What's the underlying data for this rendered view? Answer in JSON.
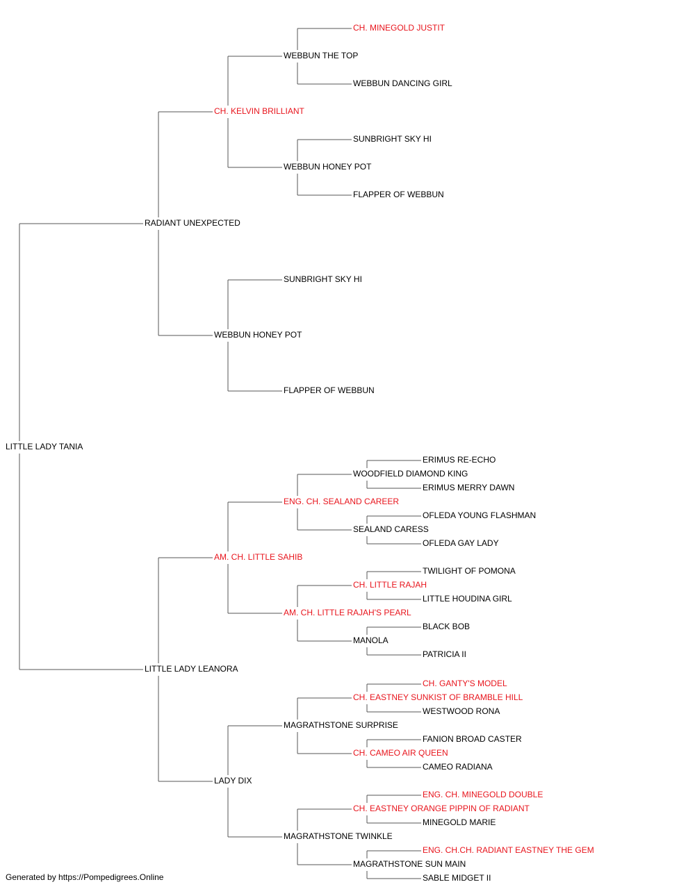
{
  "footer": "Generated by https://Pompedigrees.Online",
  "colors": {
    "champion": "#e8141c",
    "normal": "#000000",
    "line": "#555555"
  },
  "pedigree": {
    "id": "dog",
    "name": "LITTLE LADY TANIA",
    "champion": false,
    "sire": {
      "id": "s",
      "name": "RADIANT UNEXPECTED",
      "champion": false,
      "sire": {
        "id": "ss",
        "name": "CH. KELVIN BRILLIANT",
        "champion": true,
        "sire": {
          "id": "sss",
          "name": "WEBBUN THE TOP",
          "champion": false,
          "sire": {
            "id": "ssss",
            "name": "CH. MINEGOLD JUSTIT",
            "champion": true
          },
          "dam": {
            "id": "sssd",
            "name": "WEBBUN DANCING GIRL",
            "champion": false
          }
        },
        "dam": {
          "id": "ssd",
          "name": "WEBBUN HONEY POT",
          "champion": false,
          "sire": {
            "id": "ssds",
            "name": "SUNBRIGHT SKY HI",
            "champion": false
          },
          "dam": {
            "id": "ssdd",
            "name": "FLAPPER OF WEBBUN",
            "champion": false
          }
        }
      },
      "dam": {
        "id": "sd",
        "name": "WEBBUN HONEY POT",
        "champion": false,
        "sire": {
          "id": "sds",
          "name": "SUNBRIGHT SKY HI",
          "champion": false
        },
        "dam": {
          "id": "sdd",
          "name": "FLAPPER OF WEBBUN",
          "champion": false
        }
      }
    },
    "dam": {
      "id": "d",
      "name": "LITTLE LADY LEANORA",
      "champion": false,
      "sire": {
        "id": "ds",
        "name": "AM. CH. LITTLE SAHIB",
        "champion": true,
        "sire": {
          "id": "dss",
          "name": "ENG. CH. SEALAND CAREER",
          "champion": true,
          "sire": {
            "id": "dsss",
            "name": "WOODFIELD DIAMOND KING",
            "champion": false,
            "sire": {
              "id": "dssss",
              "name": "ERIMUS RE-ECHO",
              "champion": false
            },
            "dam": {
              "id": "dsssd",
              "name": "ERIMUS MERRY DAWN",
              "champion": false
            }
          },
          "dam": {
            "id": "dssd",
            "name": "SEALAND CARESS",
            "champion": false,
            "sire": {
              "id": "dssds",
              "name": "OFLEDA YOUNG FLASHMAN",
              "champion": false
            },
            "dam": {
              "id": "dssdd",
              "name": "OFLEDA GAY LADY",
              "champion": false
            }
          }
        },
        "dam": {
          "id": "dsd",
          "name": "AM. CH. LITTLE RAJAH'S PEARL",
          "champion": true,
          "sire": {
            "id": "dsds",
            "name": "CH. LITTLE RAJAH",
            "champion": true,
            "sire": {
              "id": "dsdss",
              "name": "TWILIGHT OF POMONA",
              "champion": false
            },
            "dam": {
              "id": "dsdsd",
              "name": "LITTLE HOUDINA GIRL",
              "champion": false
            }
          },
          "dam": {
            "id": "dsdd",
            "name": "MANOLA",
            "champion": false,
            "sire": {
              "id": "dsdds",
              "name": "BLACK BOB",
              "champion": false
            },
            "dam": {
              "id": "dsddd",
              "name": "PATRICIA II",
              "champion": false
            }
          }
        }
      },
      "dam": {
        "id": "dd",
        "name": "LADY DIX",
        "champion": false,
        "sire": {
          "id": "dds",
          "name": "MAGRATHSTONE SURPRISE",
          "champion": false,
          "sire": {
            "id": "ddss",
            "name": "CH. EASTNEY SUNKIST OF BRAMBLE HILL",
            "champion": true,
            "sire": {
              "id": "ddsss",
              "name": "CH. GANTY'S MODEL",
              "champion": true
            },
            "dam": {
              "id": "ddssd",
              "name": "WESTWOOD RONA",
              "champion": false
            }
          },
          "dam": {
            "id": "ddsd",
            "name": "CH. CAMEO AIR QUEEN",
            "champion": true,
            "sire": {
              "id": "ddsds",
              "name": "FANION BROAD CASTER",
              "champion": false
            },
            "dam": {
              "id": "ddsdd",
              "name": "CAMEO RADIANA",
              "champion": false
            }
          }
        },
        "dam": {
          "id": "ddd",
          "name": "MAGRATHSTONE TWINKLE",
          "champion": false,
          "sire": {
            "id": "ddds",
            "name": "CH. EASTNEY ORANGE PIPPIN OF RADIANT",
            "champion": true,
            "sire": {
              "id": "dddss",
              "name": "ENG. CH. MINEGOLD DOUBLE",
              "champion": true
            },
            "dam": {
              "id": "dddsd",
              "name": "MINEGOLD MARIE",
              "champion": false
            }
          },
          "dam": {
            "id": "dddd",
            "name": "MAGRATHSTONE SUN MAIN",
            "champion": false,
            "sire": {
              "id": "dddds",
              "name": "ENG. CH.CH. RADIANT EASTNEY THE GEM",
              "champion": true
            },
            "dam": {
              "id": "ddddd",
              "name": "SABLE MIDGET II",
              "champion": false
            }
          }
        }
      }
    }
  }
}
